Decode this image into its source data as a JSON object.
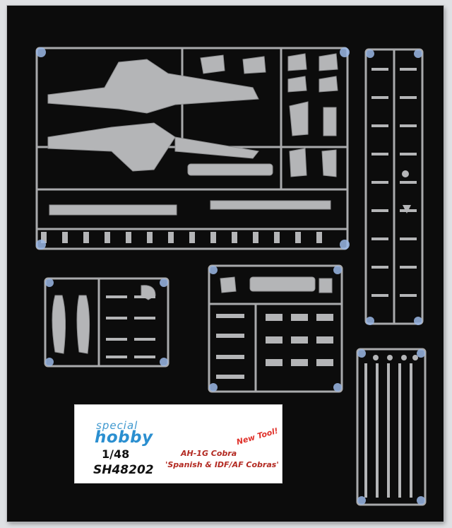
{
  "photo": {
    "subject": "plastic model kit sprues on black display board"
  },
  "label": {
    "brand_small": "special",
    "brand_big": "hobby",
    "scale": "1/48",
    "code": "SH48202",
    "badge": "New Tool!",
    "title": "AH-1G Cobra",
    "subtitle": "'Spanish & IDF/AF Cobras'"
  },
  "colors": {
    "board": "#0c0c0c",
    "background": "#dfe1e4",
    "plastic": "#b4b5b7",
    "brand": "#2b8fd0",
    "badge": "#e0322b",
    "title": "#b32a22"
  }
}
